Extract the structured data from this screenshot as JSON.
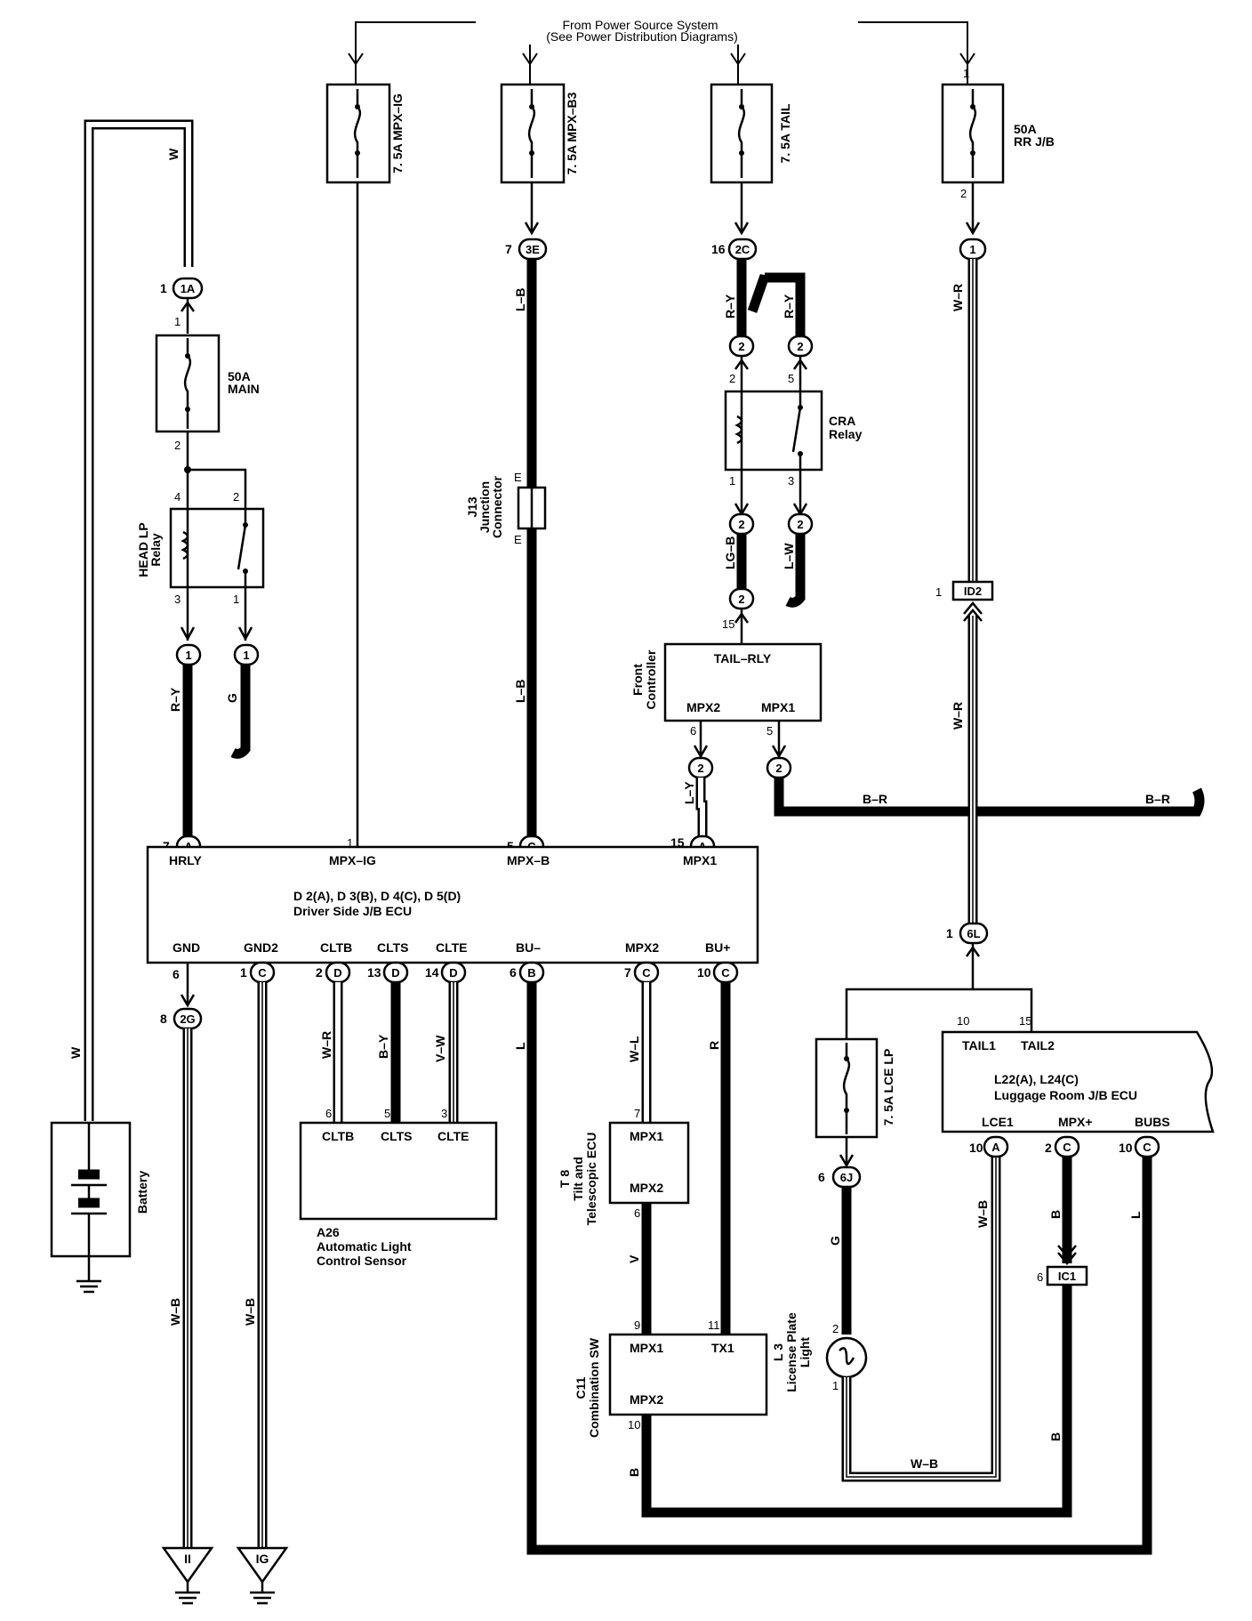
{
  "header": {
    "line1": "From Power Source System",
    "line2": "(See Power Distribution Diagrams)"
  },
  "fuses": {
    "mpx_ig": "7. 5A MPX–IG",
    "mpx_b3": "7. 5A MPX–B3",
    "tail": "7. 5A TAIL",
    "rrjb_amp": "50A",
    "rrjb_name": "RR J/B",
    "main_amp": "50A",
    "main_name": "MAIN",
    "lce": "7. 5A LCE LP"
  },
  "relays": {
    "head_line1": "HEAD LP",
    "head_line2": "Relay",
    "cra_line1": "CRA",
    "cra_line2": "Relay"
  },
  "junction": {
    "line1": "J13",
    "line2": "Junction",
    "line3": "Connector",
    "pin": "E"
  },
  "front_controller": {
    "line1": "Front",
    "line2": "Controller",
    "tail_rly": "TAIL–RLY",
    "mpx2": "MPX2",
    "mpx1": "MPX1"
  },
  "driver_ecu": {
    "line1": "D 2(A), D 3(B), D 4(C), D 5(D)",
    "line2": "Driver Side J/B ECU",
    "hrly": "HRLY",
    "mpx_ig": "MPX–IG",
    "mpx_b": "MPX–B",
    "mpx1": "MPX1",
    "gnd": "GND",
    "gnd2": "GND2",
    "cltb": "CLTB",
    "clts": "CLTS",
    "clte": "CLTE",
    "bu_minus": "BU–",
    "mpx2": "MPX2",
    "bu_plus": "BU+"
  },
  "sensor": {
    "id": "A26",
    "line1": "Automatic Light",
    "line2": "Control Sensor",
    "cltb": "CLTB",
    "clts": "CLTS",
    "clte": "CLTE"
  },
  "tilt_ecu": {
    "line1": "T 8",
    "line2": "Tilt and",
    "line3": "Telescopic ECU",
    "mpx1": "MPX1",
    "mpx2": "MPX2"
  },
  "combo_sw": {
    "line1": "C11",
    "line2": "Combination SW",
    "mpx1": "MPX1",
    "tx1": "TX1",
    "mpx2": "MPX2"
  },
  "license": {
    "line1": "L 3",
    "line2": "License Plate",
    "line3": "Light"
  },
  "luggage_ecu": {
    "line1": "L22(A), L24(C)",
    "line2": "Luggage Room J/B ECU",
    "tail1": "TAIL1",
    "tail2": "TAIL2",
    "lce1": "LCE1",
    "mpx_plus": "MPX+",
    "bubs": "BUBS"
  },
  "battery": "Battery",
  "grounds": {
    "g1": "II",
    "g2": "IG"
  },
  "connectors": {
    "c1a": "1A",
    "c3e": "3E",
    "c2c": "2C",
    "c1": "1",
    "c2": "2",
    "cA": "A",
    "cB": "B",
    "cC": "C",
    "cD": "D",
    "c2g": "2G",
    "c6l": "6L",
    "c6j": "6J",
    "cid2": "ID2",
    "cic1": "IC1"
  },
  "wires": {
    "w": "W",
    "ry": "R–Y",
    "g": "G",
    "lb": "L–B",
    "lgb": "LG–B",
    "lw": "L–W",
    "wr": "W–R",
    "ly": "L–Y",
    "br": "B–R",
    "wb": "W–B",
    "by": "B–Y",
    "vw": "V–W",
    "l": "L",
    "wl": "W–L",
    "r": "R",
    "v": "V",
    "b": "B"
  },
  "pins": {
    "p1": "1",
    "p2": "2",
    "p3": "3",
    "p4": "4",
    "p5": "5",
    "p6": "6",
    "p7": "7",
    "p8": "8",
    "p9": "9",
    "p10": "10",
    "p11": "11",
    "p13": "13",
    "p14": "14",
    "p15": "15",
    "p16": "16"
  }
}
